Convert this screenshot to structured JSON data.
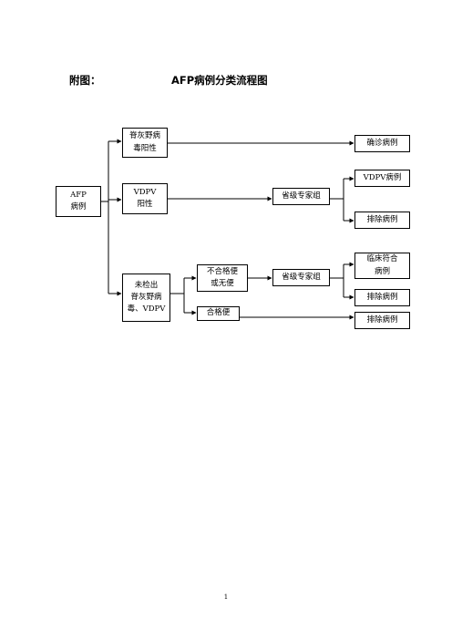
{
  "header": {
    "label": "附图：",
    "title": "AFP病例分类流程图"
  },
  "nodes": {
    "afp": "AFP\n病例",
    "polio_pos": "脊灰野病\n毒阳性",
    "vdpv_pos": "VDPV\n阳性",
    "not_detected": "未检出\n脊灰野病\n毒、VDPV",
    "unqualified": "不合格便\n或无便",
    "qualified": "合格便",
    "expert_1": "省级专家组",
    "expert_2": "省级专家组",
    "confirmed": "确诊病例",
    "vdpv_case": "VDPV病例",
    "excluded_1": "排除病例",
    "compatible": "临床符合\n病例",
    "excluded_2": "排除病例",
    "excluded_3": "排除病例"
  },
  "footer": {
    "page_number": "1"
  }
}
